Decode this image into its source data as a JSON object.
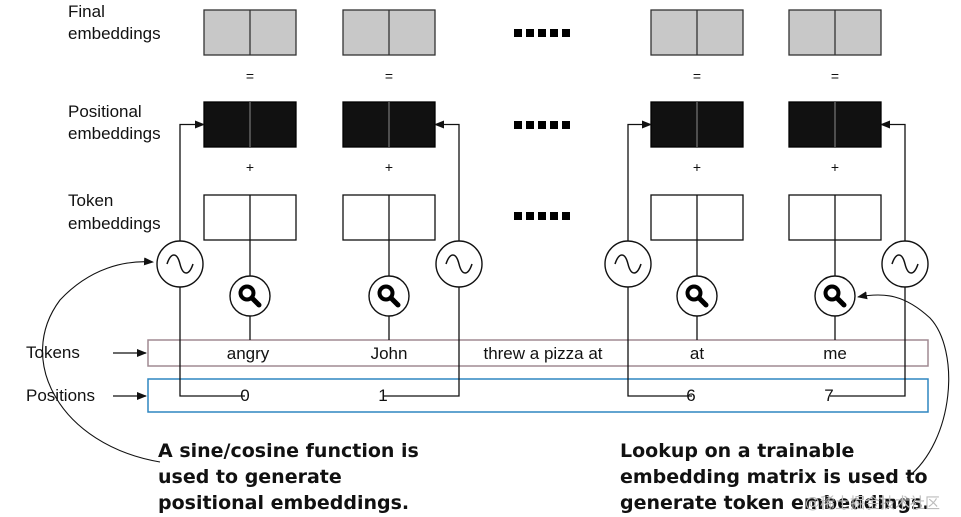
{
  "row_labels": {
    "final": [
      "Final",
      "embeddings"
    ],
    "positional": [
      "Positional",
      "embeddings"
    ],
    "token": [
      "Token",
      "embeddings"
    ],
    "tokens": "Tokens",
    "positions": "Positions"
  },
  "operators": {
    "equals": "=",
    "plus": "+"
  },
  "tokens": [
    "angry",
    "John",
    "threw a pizza at",
    "at",
    "me"
  ],
  "positions": [
    "0",
    "1",
    "6",
    "7"
  ],
  "notes": {
    "sine": [
      "A sine/cosine function is",
      "used to generate",
      "positional embeddings."
    ],
    "lookup": [
      "Lookup on a trainable",
      "embedding matrix is used to",
      "generate token embeddings."
    ]
  },
  "watermark": "@稀土掘金技术社区",
  "colors": {
    "final_fill": "#c8c8c8",
    "positional_fill": "#111111",
    "token_fill": "#ffffff",
    "tokens_border": "#a08a92",
    "positions_border": "#2e86c1"
  },
  "icons": {
    "sine": "sine-wave-icon",
    "lookup": "magnifier-icon"
  }
}
